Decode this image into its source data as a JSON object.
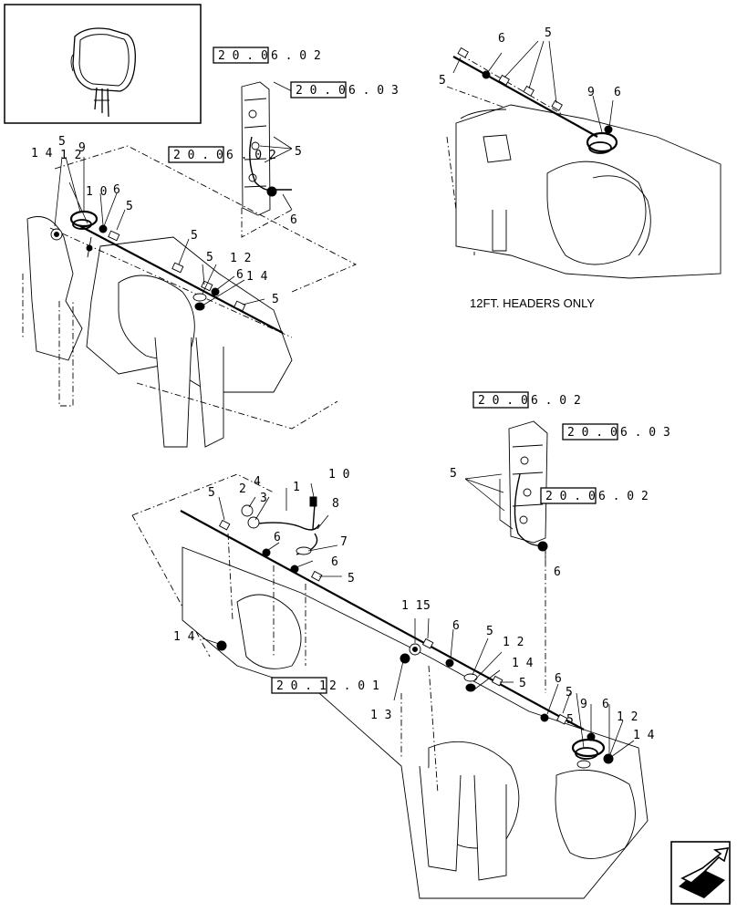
{
  "inset": {
    "name": "work-light"
  },
  "caption": "12FT. HEADERS ONLY",
  "refs": {
    "top_a": {
      "box": "2 0 . 0",
      "rest": "6 . 0 2"
    },
    "top_b": {
      "box": "2 0 . 0",
      "rest": "6 . 0 3"
    },
    "top_c": {
      "box": "2 0 . 0",
      "rest": "6 . 0 2"
    },
    "mid_a": {
      "box": "2 0 . 0",
      "rest": "6 . 0 2"
    },
    "mid_b": {
      "box": "2 0 . 0",
      "rest": "6 . 0 3"
    },
    "mid_c": {
      "box": "2 0 . 0",
      "rest": "6 . 0 2"
    },
    "bot": {
      "box": "2 0 . 1",
      "rest": "2 . 0 1"
    }
  },
  "callouts": {
    "n1": "1",
    "n2": "2",
    "n3": "3",
    "n4": "4",
    "n5": "5",
    "n6": "6",
    "n7": "7",
    "n8": "8",
    "n9": "9",
    "n10": "1 0",
    "n11": "1 1",
    "n12": "1 2",
    "n13": "1 3",
    "n14": "1 4"
  },
  "nav": {
    "icon": "next-page-arrow-icon"
  }
}
